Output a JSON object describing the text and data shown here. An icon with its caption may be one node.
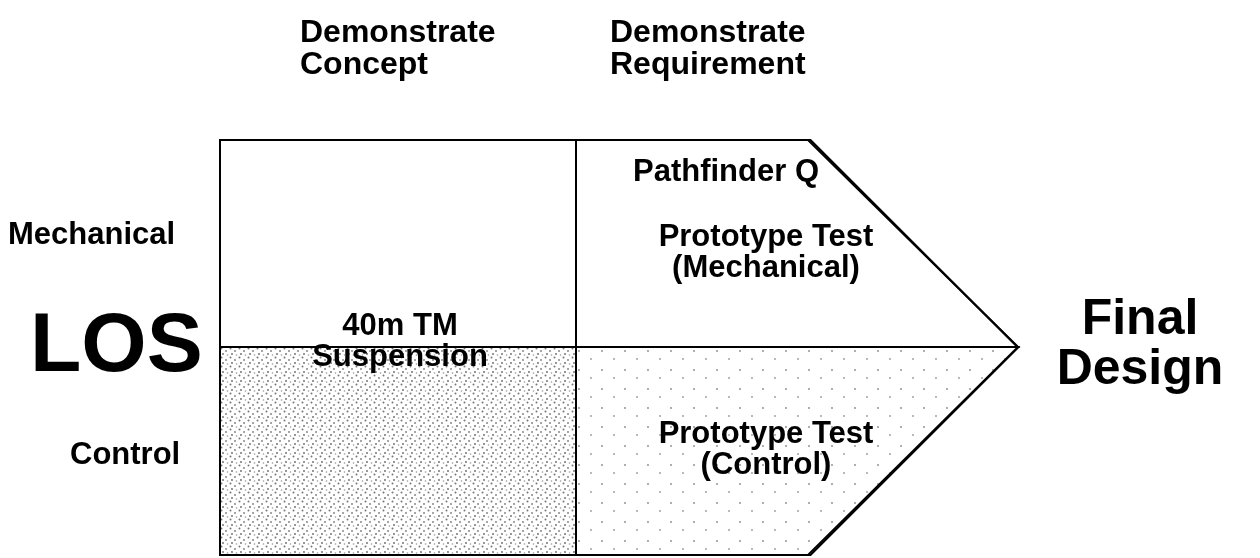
{
  "diagram": {
    "nodes": [
      {
        "text": [],
        "shape": "arrow"
      },
      {
        "text": [
          "Pathfinder Q",
          "Prototype Test (Mechanical)"
        ],
        "in": 0
      },
      {
        "text": [
          "40m TM Suspension"
        ],
        "in": 0
      },
      {
        "text": [
          "Prototype Test (Control)"
        ],
        "in": 0
      }
    ],
    "labels": [
      "Demonstrate Concept",
      "Demonstrate Requirement",
      "Mechanical",
      "LOS",
      "Control",
      "Final Design"
    ]
  }
}
